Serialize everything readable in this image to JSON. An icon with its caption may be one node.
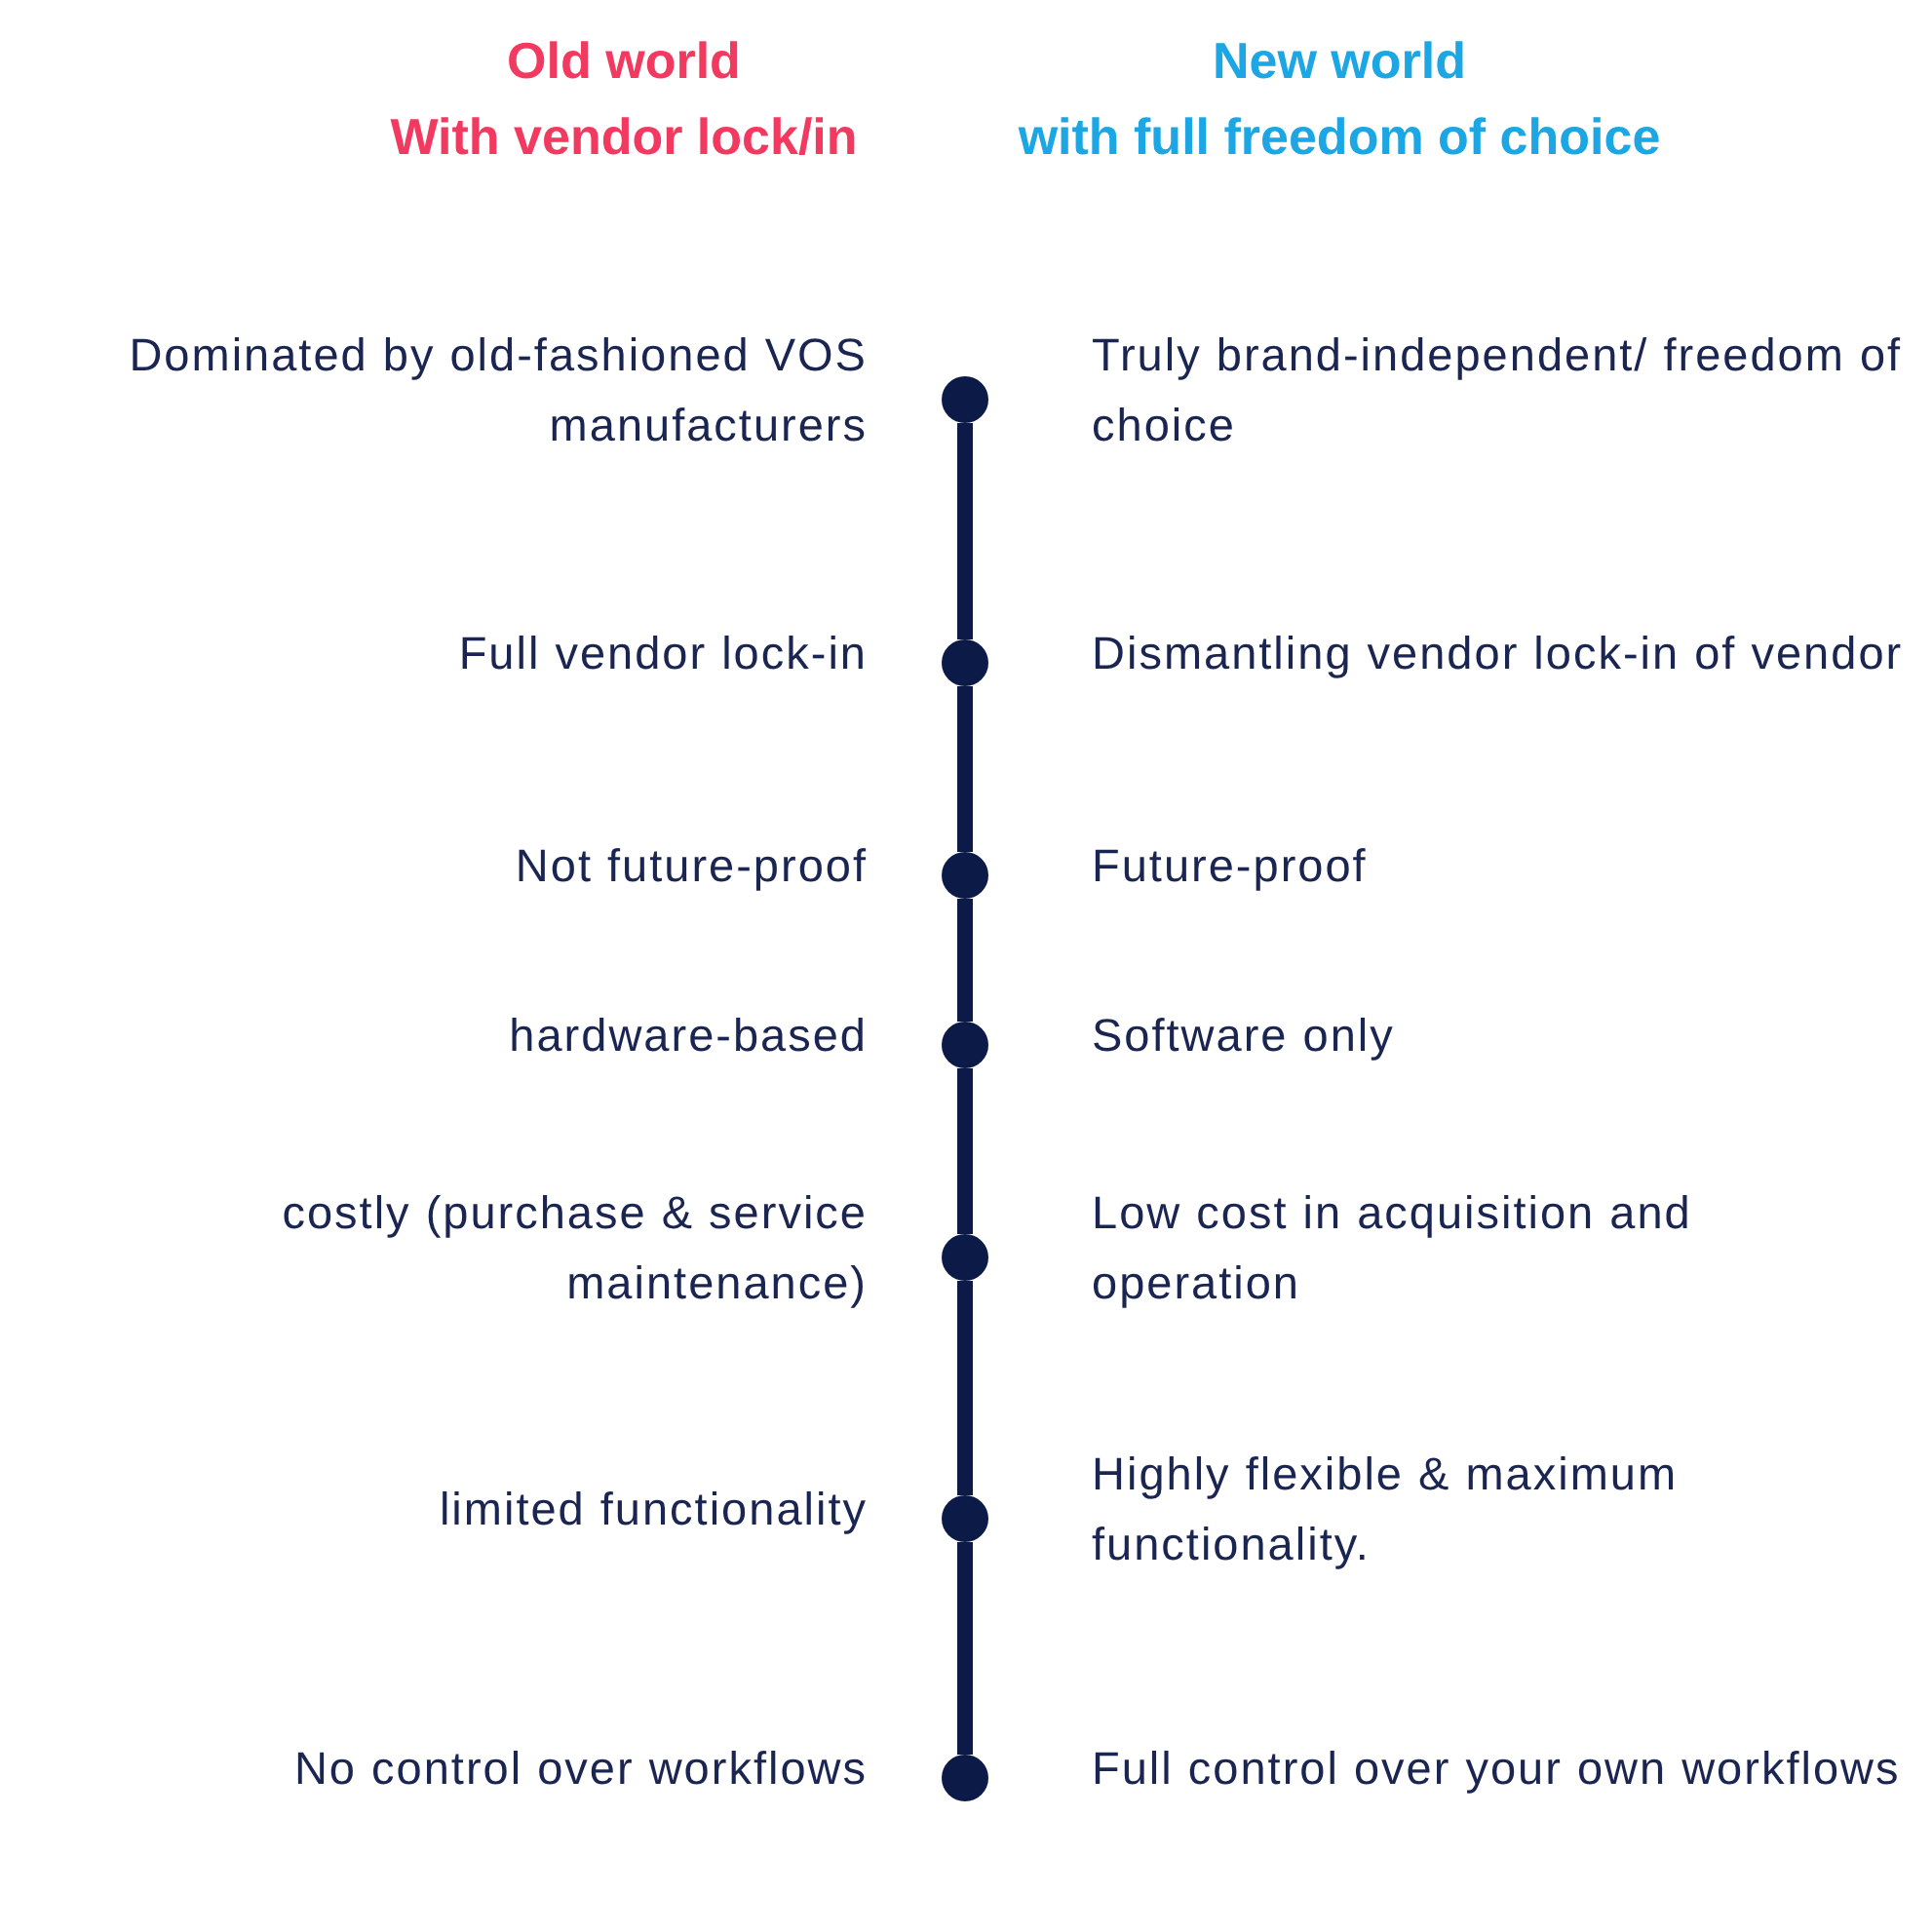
{
  "diagram": {
    "nodes": [
      {
        "text": [],
        "shape": "circle",
        "beside": [
          "Dominated by old-fashioned VOS manufacturers",
          "Truly brand-independent/ freedom of choice"
        ]
      },
      {
        "text": [],
        "shape": "circle",
        "beside": [
          "Full vendor lock-in",
          "Dismantling vendor lock-in of vendor"
        ]
      },
      {
        "text": [],
        "shape": "circle",
        "beside": [
          "Not future-proof",
          "Future-proof"
        ]
      },
      {
        "text": [],
        "shape": "circle",
        "beside": [
          "hardware-based",
          "Software only"
        ]
      },
      {
        "text": [],
        "shape": "circle",
        "beside": [
          "costly (purchase & service maintenance)",
          "Low cost in acquisition and operation"
        ]
      },
      {
        "text": [],
        "shape": "circle",
        "beside": [
          "limited functionality",
          "Highly flexible & maximum functionality."
        ]
      },
      {
        "text": [],
        "shape": "circle",
        "beside": [
          "No control over workflows",
          "Full control over your own workflows"
        ]
      }
    ],
    "edges": [
      {
        "from": 0,
        "to": 1,
        "arrow": "none"
      },
      {
        "from": 1,
        "to": 2,
        "arrow": "none"
      },
      {
        "from": 2,
        "to": 3,
        "arrow": "none"
      },
      {
        "from": 3,
        "to": 4,
        "arrow": "none"
      },
      {
        "from": 4,
        "to": 5,
        "arrow": "none"
      },
      {
        "from": 5,
        "to": 6,
        "arrow": "none"
      }
    ],
    "labels": [
      "Old world",
      "With vendor lock/in",
      "New world",
      "with full freedom of choice"
    ]
  }
}
